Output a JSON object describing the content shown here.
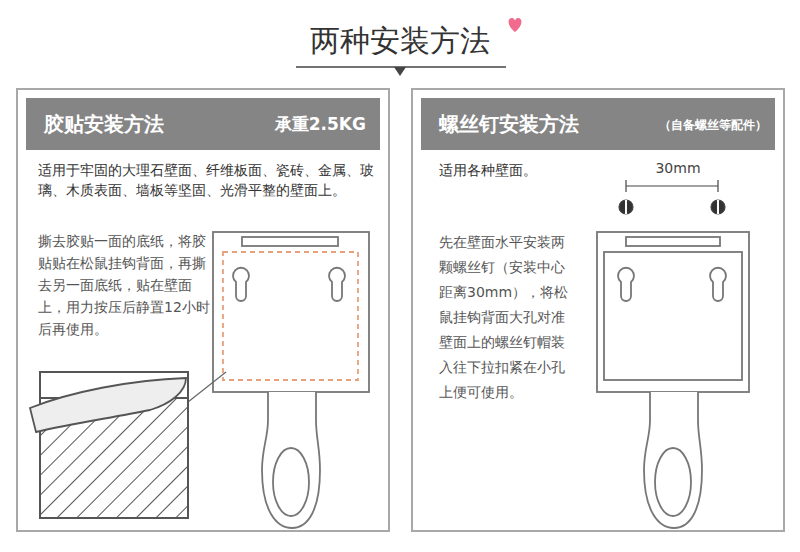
{
  "diagram": {
    "title": "两种安装方法",
    "nodes": [
      {
        "text": [
          "适用于牢固的大理石壁面、纤维板面、瓷砖、金属、玻璃、木质表面、墙板等坚固、光滑平整的壁面上。",
          "撕去胶贴一面的底纸，将胶贴贴在松鼠挂钩背面，再撕去另一面底纸，贴在壁面上，用力按压后静置12小时后再使用。"
        ]
      },
      {
        "text": [
          "胶贴安装方法",
          "承重2.5KG"
        ],
        "in": 0
      },
      {
        "text": [
          "适用各种壁面。",
          "先在壁面水平安装两颗螺丝钉（安装中心距离30mm），将松鼠挂钩背面大孔对准壁面上的螺丝钉帽装入往下拉扣紧在小孔上便可使用。"
        ]
      },
      {
        "text": [
          "螺丝钉安装方法",
          "（自备螺丝等配件）"
        ],
        "in": 2
      }
    ],
    "labels": [
      "30mm"
    ]
  }
}
